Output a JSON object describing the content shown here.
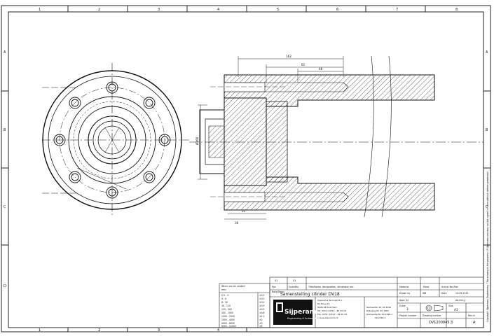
{
  "frame": {
    "col_labels": [
      "1",
      "2",
      "3",
      "4",
      "5",
      "6",
      "7",
      "8"
    ],
    "row_labels": [
      "A",
      "B",
      "C",
      "D"
    ]
  },
  "dimensions": {
    "top_long": "162",
    "top_short": "61",
    "top_mid": "46",
    "left_vertical": "Ø160",
    "bottom_a": "31",
    "bottom_b": "36"
  },
  "tolerance_table": {
    "header": "When no tol. stated",
    "unit": "mm",
    "rows": [
      [
        "0.5 - 3",
        "±0.1"
      ],
      [
        "3 - 6",
        "±0.1"
      ],
      [
        "6 - 30",
        "±0.2"
      ],
      [
        "30 - 120",
        "±0.3"
      ],
      [
        "120 - 400",
        "±0.5"
      ],
      [
        "400 - 1000",
        "±0.8"
      ],
      [
        "1000 - 2000",
        "±1.2"
      ],
      [
        "2000 - 4000",
        "±2"
      ],
      [
        "4000 - 8000",
        "±3"
      ],
      [
        "8000 - 12000",
        "±4"
      ]
    ]
  },
  "title_block": {
    "col_headers": [
      "Pos",
      "Quantity",
      "Title/Name, designation, dimension etc",
      "Material",
      "Mass",
      "Article No./Ref."
    ],
    "row_numbers": [
      "01",
      "01"
    ],
    "note": "Note/Descr",
    "assembly_title": "Samenstelling cilinder DV18",
    "drawn_by_label": "Drawn by",
    "drawn_by_value": "WB",
    "date_label": "Date",
    "date_value": "19-09-2015",
    "appr_label": "Appr. by",
    "appr_date": "dd-mm-jj",
    "scale_label": "Scale",
    "scale_value": "1:",
    "format_label": "Size",
    "format_value": "A3",
    "project_label": "Project number",
    "drawing_label": "Drawing number",
    "drawing_value": "DV1200045.3",
    "rev_label": "Rev.nr",
    "rev_value": "A",
    "company_name": "Sijperama",
    "company_sub": "Engineering & Automation",
    "address": [
      "Sijperama Techniek B.V.",
      "De Boeg 12",
      "9206 AB Drachten",
      "Tel: 0031 (0)512 - 82 00 39",
      "Fax: 0031 (0)512 - 82 00 29",
      "I: www.sijperama.nl"
    ],
    "registry": [
      "Gemeente: Nr. 00 1991",
      "Rijksweg Nr. 00 1983",
      "Gemeente Nr. 00 2346-1",
      "00 2346-2"
    ]
  },
  "side_text": "Copyright Sijperama Engineering. This drawing is the property of Sijperama and may not be copied or used without written permission."
}
